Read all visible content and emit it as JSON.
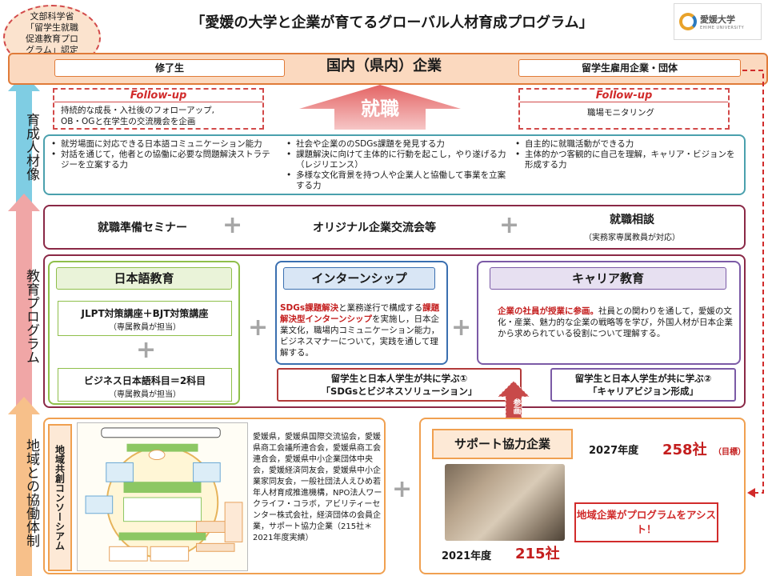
{
  "title": "「愛媛の大学と企業が育てるグローバル人材育成プログラム」",
  "badge": {
    "lines": [
      "文部科学省",
      "「留学生就職",
      "促進教育プロ",
      "グラム」認定"
    ]
  },
  "logo": {
    "jp": "愛媛大学",
    "en": "EHIME UNIVERSITY"
  },
  "top": {
    "left": "修了生",
    "center": "国内（県内）企業",
    "right": "留学生雇用企業・団体"
  },
  "employment_arrow": "就職",
  "side_labels": {
    "growth": "育成人材像",
    "program": "教育プログラム",
    "regional": "地域との協働体制"
  },
  "followup_left": {
    "title": "Follow-up",
    "lines": [
      "持続的な成長・入社後のフォローアップ,",
      "OB・OGと在学生の交流機会を企画"
    ]
  },
  "followup_right": {
    "title": "Follow-up",
    "lines": [
      "職場モニタリング"
    ]
  },
  "skills": {
    "col1": [
      "就労場面に対応できる日本語コミュニケーション能力",
      "対話を通じて，他者との協働に必要な問題解決ストラテジーを立案する力"
    ],
    "col2": [
      "社会や企業ののSDGs課題を発見する力",
      "課題解決に向けて主体的に行動を起こし，やり遂げる力（レジリエンス）",
      "多様な文化背景を持つ人や企業人と協働して事業を立案する力"
    ],
    "col3": [
      "自主的に就職活動ができる力",
      "主体的かつ客観的に自己を理解，キャリア・ビジョンを形成する力"
    ]
  },
  "seminars": {
    "a": "就職準備セミナー",
    "b": "オリジナル企業交流会等",
    "c": "就職相談",
    "c_sub": "（実務家専属教員が対応）"
  },
  "plus": "+",
  "japanese": {
    "header": "日本語教育",
    "course1": "JLPT対策講座＋BJT対策講座",
    "course1_sub": "（専属教員が担当）",
    "course2": "ビジネス日本語科目＝2科目",
    "course2_sub": "（専属教員が担当）"
  },
  "internship": {
    "header": "インターンシップ",
    "p1": "SDGs課題解決",
    "p2": "と業務遂行で構成する",
    "p3": "課題解決型インターンシップ",
    "p4": "を実施し，日本企業文化，職場内コミュニケーション能力，ビジネスマナーについて，実践を通して理解する。"
  },
  "career": {
    "header": "キャリア教育",
    "p1": "企業の社員が授業に参画。",
    "p2": "社員との関わりを通して，愛媛の文化・産業、魅力的な企業の戦略等を学び，外国人材が日本企業から求められている役割について理解する。"
  },
  "learn1": {
    "line1": "留学生と日本人学生が共に学ぶ①",
    "line2": "「SDGsとビジネスソリューション」"
  },
  "learn2": {
    "line1": "留学生と日本人学生が共に学ぶ②",
    "line2": "「キャリアビジョン形成」"
  },
  "participation": "参画",
  "consortium": {
    "label": "地域共創コンソーシアム",
    "members": "愛媛県，愛媛県国際交流協会，愛媛県商工会議所連合会，愛媛県商工会連合会，愛媛県中小企業団体中央会，愛媛経済同友会，愛媛県中小企業家同友会，一般社団法人えひめ若年人材育成推進機構，NPO法人ワークライフ・コラボ，アビリティーセンター株式会社，経済団体の会員企業，サポート協力企業（215社＊2021年度実績）"
  },
  "support": {
    "header": "サポート協力企業",
    "year_2027": "2027年度",
    "count_2027": "258社",
    "target": "（目標）",
    "year_2021": "2021年度",
    "count_2021": "215社",
    "assist": "地域企業がプログラムをアシスト！"
  },
  "colors": {
    "accent_red": "#c41e1e",
    "orange": "#e07b39",
    "teal": "#4aa0ad",
    "maroon": "#8a2846"
  }
}
